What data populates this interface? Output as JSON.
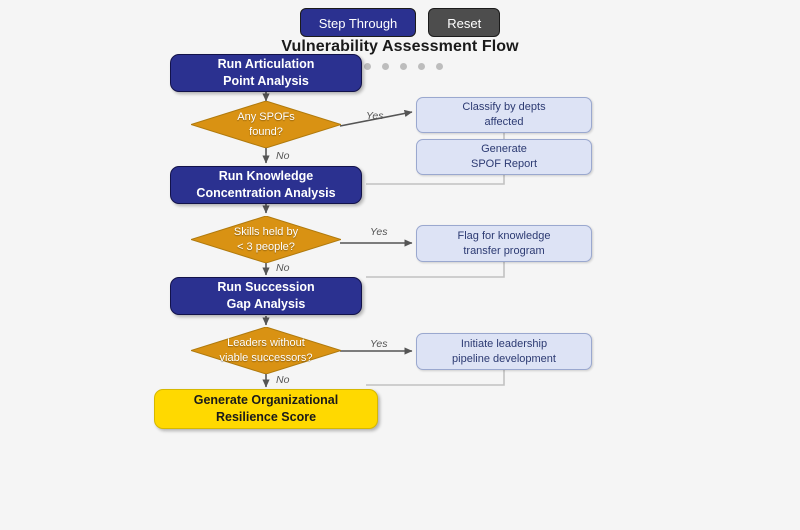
{
  "toolbar": {
    "step_label": "Step Through",
    "reset_label": "Reset",
    "step_color": "#2b3190",
    "reset_color": "#4d4d4d"
  },
  "title": "Vulnerability Assessment Flow",
  "step_indicator": {
    "count": 5,
    "active_index": -1,
    "dot_color": "#bdbdbd"
  },
  "palette": {
    "background": "#f5f5f5",
    "process": "#2b3190",
    "decision": "#d99213",
    "side": "#dde3f5",
    "final": "#ffd900",
    "connector": "#9a9a9a",
    "arrow": "#555555"
  },
  "nodes": [
    {
      "id": "articulation",
      "type": "process",
      "line1": "Run Articulation",
      "line2": "Point Analysis"
    },
    {
      "id": "spof",
      "type": "decision",
      "line1": "Any SPOFs",
      "line2": "found?"
    },
    {
      "id": "classify",
      "type": "side",
      "line1": "Classify by depts",
      "line2": "affected"
    },
    {
      "id": "spofreport",
      "type": "side",
      "line1": "Generate",
      "line2": "SPOF Report"
    },
    {
      "id": "knowledge",
      "type": "process",
      "line1": "Run Knowledge",
      "line2": "Concentration Analysis"
    },
    {
      "id": "skills",
      "type": "decision",
      "line1": "Skills held by",
      "line2": "< 3 people?"
    },
    {
      "id": "flag",
      "type": "side",
      "line1": "Flag for knowledge",
      "line2": "transfer program"
    },
    {
      "id": "succession",
      "type": "process",
      "line1": "Run Succession",
      "line2": "Gap Analysis"
    },
    {
      "id": "leaders",
      "type": "decision",
      "line1": "Leaders without",
      "line2": "viable successors?"
    },
    {
      "id": "initiate",
      "type": "side",
      "line1": "Initiate leadership",
      "line2": "pipeline development"
    },
    {
      "id": "resilience",
      "type": "final",
      "line1": "Generate Organizational",
      "line2": "Resilience Score"
    }
  ],
  "edge_labels": {
    "yes1": "Yes",
    "no1": "No",
    "yes2": "Yes",
    "no2": "No",
    "yes3": "Yes",
    "no3": "No"
  }
}
